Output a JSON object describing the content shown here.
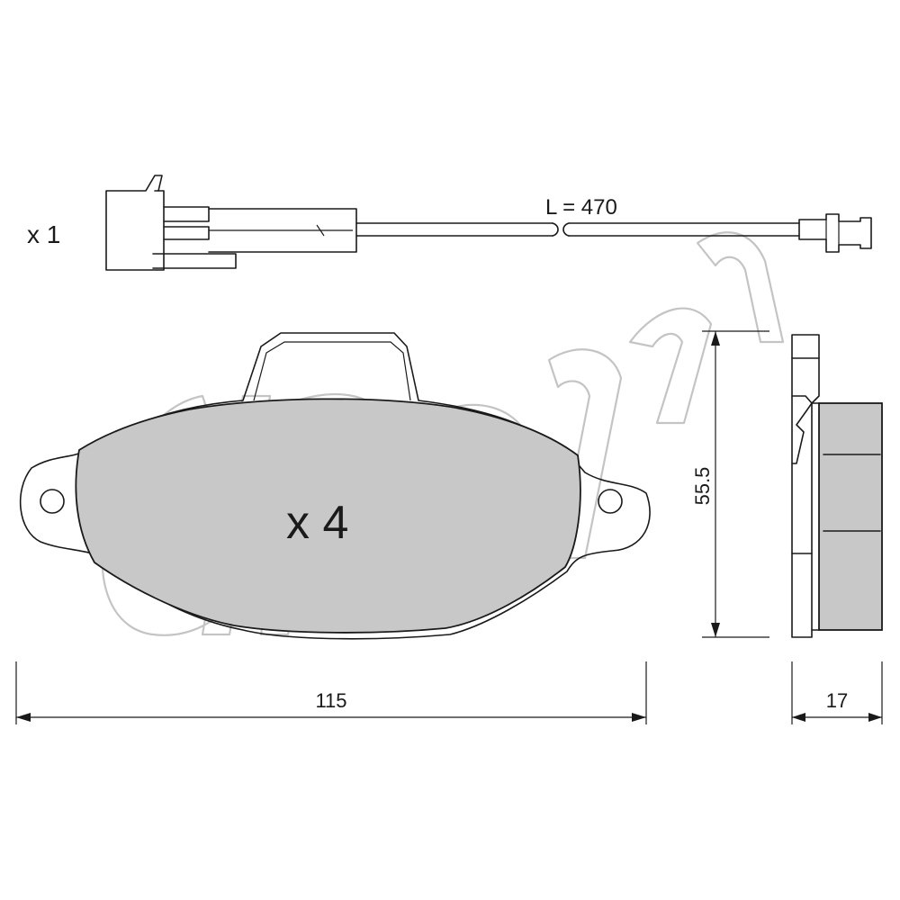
{
  "sensor": {
    "quantity_label": "x 1",
    "length_label": "L = 470"
  },
  "pad": {
    "quantity_label": "x 4"
  },
  "dimensions": {
    "width_label": "115",
    "height_label": "55.5",
    "thickness_label": "17"
  },
  "colors": {
    "outline": "#1a1a1a",
    "pad_fill": "#c8c8c8",
    "watermark": "#c4c4c4",
    "background": "#ffffff"
  }
}
